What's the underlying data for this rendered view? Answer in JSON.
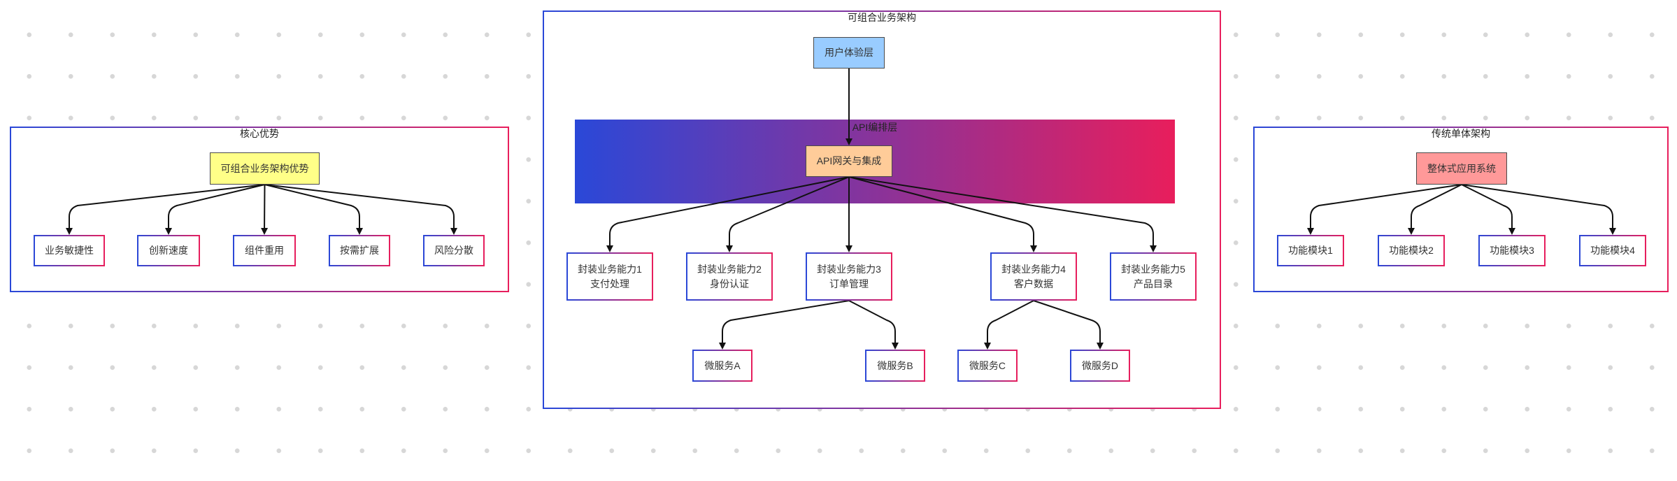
{
  "groups": {
    "advantages": {
      "title": "核心优势"
    },
    "composable": {
      "title": "可组合业务架构"
    },
    "api_layer": {
      "title": "API编排层"
    },
    "monolith": {
      "title": "传统单体架构"
    }
  },
  "nodes": {
    "adv_root": {
      "label": "可组合业务架构优势",
      "color": "#ffff88"
    },
    "adv1": {
      "label": "业务敏捷性"
    },
    "adv2": {
      "label": "创新速度"
    },
    "adv3": {
      "label": "组件重用"
    },
    "adv4": {
      "label": "按需扩展"
    },
    "adv5": {
      "label": "风险分散"
    },
    "ux": {
      "label": "用户体验层",
      "color": "#99ccff"
    },
    "gateway": {
      "label": "API网关与集成",
      "color": "#ffcc99"
    },
    "cap1": {
      "line1": "封装业务能力1",
      "line2": "支付处理"
    },
    "cap2": {
      "line1": "封装业务能力2",
      "line2": "身份认证"
    },
    "cap3": {
      "line1": "封装业务能力3",
      "line2": "订单管理"
    },
    "cap4": {
      "line1": "封装业务能力4",
      "line2": "客户数据"
    },
    "cap5": {
      "line1": "封装业务能力5",
      "line2": "产品目录"
    },
    "msA": {
      "label": "微服务A"
    },
    "msB": {
      "label": "微服务B"
    },
    "msC": {
      "label": "微服务C"
    },
    "msD": {
      "label": "微服务D"
    },
    "mono": {
      "label": "整体式应用系统",
      "color": "#ff9999"
    },
    "mod1": {
      "label": "功能模块1"
    },
    "mod2": {
      "label": "功能模块2"
    },
    "mod3": {
      "label": "功能模块3"
    },
    "mod4": {
      "label": "功能模块4"
    }
  },
  "edges": [
    [
      "adv_root",
      "adv1"
    ],
    [
      "adv_root",
      "adv2"
    ],
    [
      "adv_root",
      "adv3"
    ],
    [
      "adv_root",
      "adv4"
    ],
    [
      "adv_root",
      "adv5"
    ],
    [
      "ux",
      "gateway"
    ],
    [
      "gateway",
      "cap1"
    ],
    [
      "gateway",
      "cap2"
    ],
    [
      "gateway",
      "cap3"
    ],
    [
      "gateway",
      "cap4"
    ],
    [
      "gateway",
      "cap5"
    ],
    [
      "cap3",
      "msA"
    ],
    [
      "cap3",
      "msB"
    ],
    [
      "cap4",
      "msC"
    ],
    [
      "cap4",
      "msD"
    ],
    [
      "mono",
      "mod1"
    ],
    [
      "mono",
      "mod2"
    ],
    [
      "mono",
      "mod3"
    ],
    [
      "mono",
      "mod4"
    ]
  ]
}
